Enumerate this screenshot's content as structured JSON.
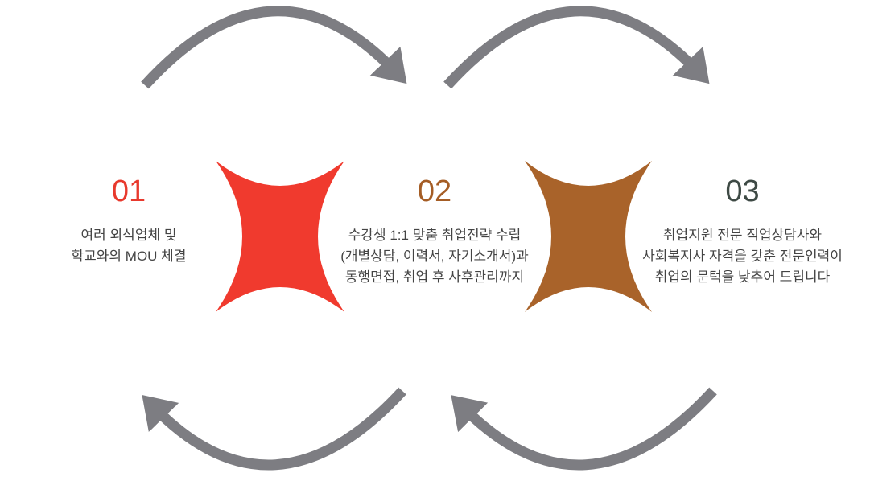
{
  "colors": {
    "arrow": "#7d7d82",
    "step1": "#e8392d",
    "step2": "#a55d25",
    "step3": "#3e4a45",
    "shape1": "#f03a2e",
    "shape2": "#a9632a"
  },
  "steps": [
    {
      "number": "01",
      "description": "여러 외식업체 및\n학교와의  MOU 체결"
    },
    {
      "number": "02",
      "description": "수강생 1:1 맞춤 취업전략 수립\n(개별상담, 이력서, 자기소개서)과\n동행면접, 취업 후 사후관리까지"
    },
    {
      "number": "03",
      "description": "취업지원 전문 직업상담사와\n사회복지사 자격을 갖춘 전문인력이\n취업의 문턱을 낮추어 드립니다"
    }
  ]
}
